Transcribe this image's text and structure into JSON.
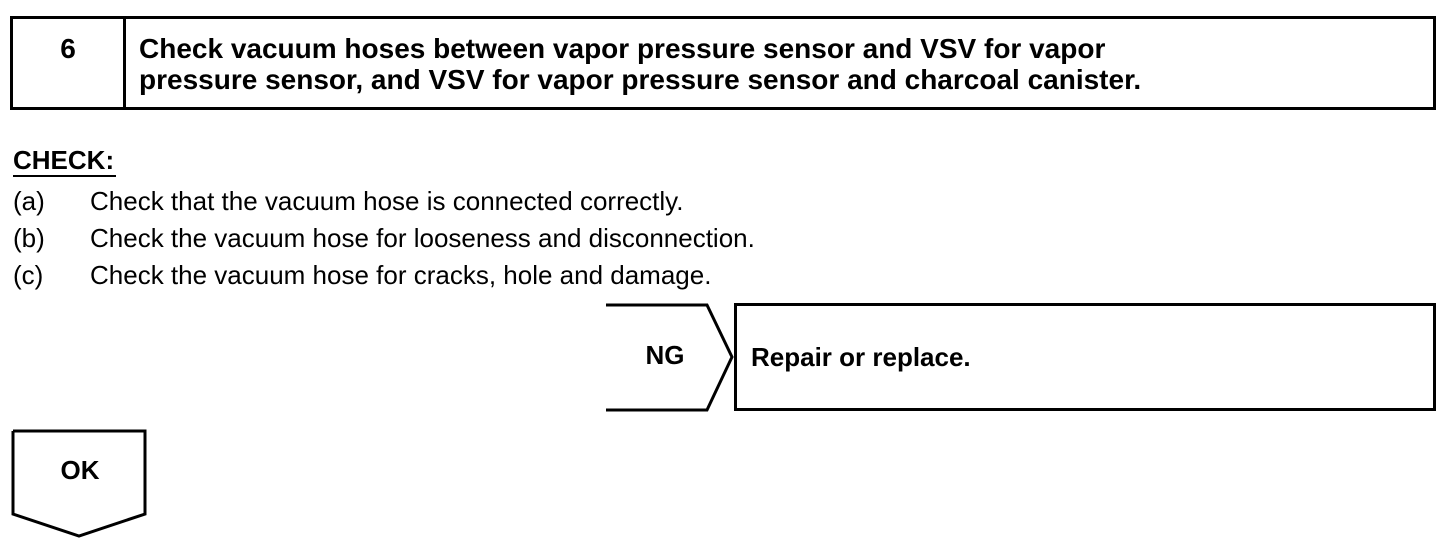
{
  "step": {
    "number": "6",
    "title": "Check vacuum hoses between vapor pressure sensor and VSV for vapor\npressure sensor, and VSV for vapor pressure sensor and charcoal canister."
  },
  "check": {
    "heading": "CHECK:",
    "items": [
      {
        "letter": "(a)",
        "text": "Check that the vacuum hose is connected correctly."
      },
      {
        "letter": "(b)",
        "text": "Check the vacuum hose for looseness and disconnection."
      },
      {
        "letter": "(c)",
        "text": "Check the vacuum hose for cracks, hole and damage."
      }
    ]
  },
  "ng": {
    "label": "NG",
    "action": "Repair or replace."
  },
  "ok": {
    "label": "OK"
  }
}
